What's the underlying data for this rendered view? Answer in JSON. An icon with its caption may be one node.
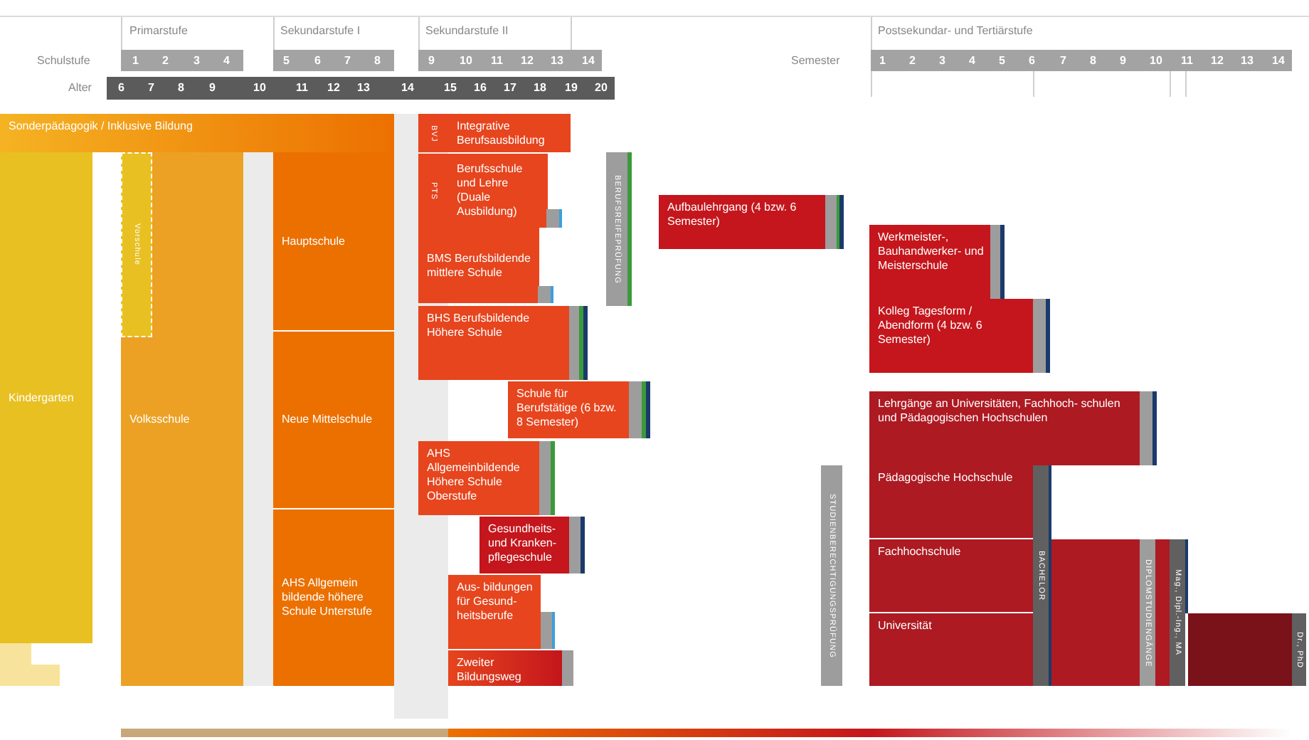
{
  "diagram": {
    "nodes": [
      {
        "text": [
          "Sonderpädagogik / Inklusive Bildung"
        ]
      },
      {
        "text": [
          "Kindergarten"
        ]
      },
      {
        "text": [
          "Volksschule"
        ]
      },
      {
        "text": [
          "Vorschule"
        ],
        "in": 2
      },
      {
        "text": [
          "Hauptschule"
        ]
      },
      {
        "text": [
          "Neue Mittelschule"
        ]
      },
      {
        "text": [
          "AHS Allgemein bildende höhere Schule Unterstufe"
        ]
      },
      {
        "text": [
          "BVJ"
        ]
      },
      {
        "text": [
          "Integrative Berufsausbildung"
        ]
      },
      {
        "text": [
          "PTS"
        ]
      },
      {
        "text": [
          "Berufsschule und Lehre (Duale Ausbildung)"
        ]
      },
      {
        "text": [
          "BMS Berufsbildende mittlere Schule"
        ]
      },
      {
        "text": [
          "BHS Berufsbildende Höhere Schule"
        ]
      },
      {
        "text": [
          "Schule für Berufstätige (6 bzw. 8 Semester)"
        ]
      },
      {
        "text": [
          "AHS Allgemeinbildende Höhere Schule Oberstufe"
        ]
      },
      {
        "text": [
          "Gesundheits- und Kranken- pflegeschule"
        ]
      },
      {
        "text": [
          "Aus- bildungen für Gesund- heitsberufe"
        ]
      },
      {
        "text": [
          "Zweiter Bildungsweg"
        ]
      },
      {
        "text": [
          "BERUFSREIFEPRÜFUNG"
        ]
      },
      {
        "text": [
          "Aufbaulehrgang (4 bzw. 6 Semester)"
        ]
      },
      {
        "text": [
          "STUDIENBERECHTIGUNGSPRÜFUNG"
        ]
      },
      {
        "text": [
          "Werkmeister-, Bauhandwerker- und Meisterschule"
        ]
      },
      {
        "text": [
          "Kolleg Tagesform / Abendform (4 bzw. 6 Semester)"
        ]
      },
      {
        "text": [
          "Lehrgänge an Universitäten, Fachhoch- schulen und Pädagogischen Hochschulen"
        ]
      },
      {
        "text": [
          "Pädagogische Hochschule"
        ]
      },
      {
        "text": [
          "Fachhochschule"
        ]
      },
      {
        "text": [
          "Universität"
        ]
      },
      {
        "text": [
          "BACHELOR"
        ]
      },
      {
        "text": [],
        "shape": "bar"
      },
      {
        "text": [
          "DIPLOMSTUDIENGÄNGE"
        ],
        "in": 28
      },
      {
        "text": [
          "Mag., Dipl.-Ing., MA"
        ],
        "in": 28
      },
      {
        "text": [],
        "shape": "bar"
      },
      {
        "text": [
          "Dr., PhD"
        ]
      }
    ],
    "labels": [
      "Primarstufe",
      "Sekundarstufe I",
      "Sekundarstufe II",
      "Postsekundar- und Tertiärstufe",
      "Schulstufe",
      "1",
      "2",
      "3",
      "4",
      "5",
      "6",
      "7",
      "8",
      "9",
      "10",
      "11",
      "12",
      "13",
      "14",
      "Semester",
      "1",
      "2",
      "3",
      "4",
      "5",
      "6",
      "7",
      "8",
      "9",
      "10",
      "11",
      "12",
      "13",
      "14",
      "Alter",
      "6",
      "7",
      "8",
      "9",
      "10",
      "11",
      "12",
      "13",
      "14",
      "15",
      "16",
      "17",
      "18",
      "19",
      "20"
    ]
  }
}
